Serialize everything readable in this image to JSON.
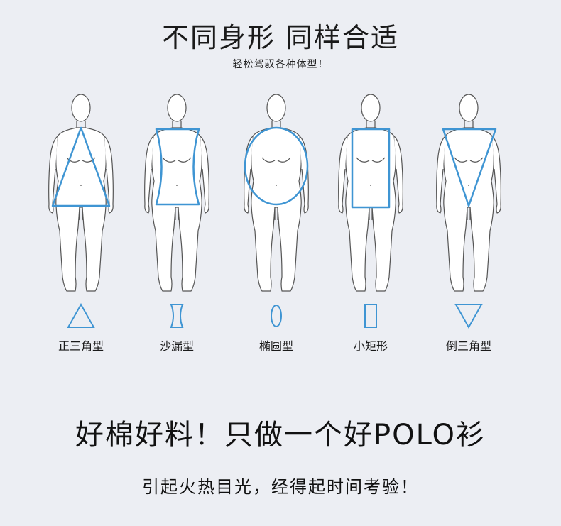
{
  "header": {
    "title": "不同身形  同样合适",
    "subtitle": "轻松驾驭各种体型！"
  },
  "body_types": [
    {
      "label": "正三角型",
      "icon": "triangle-icon"
    },
    {
      "label": "沙漏型",
      "icon": "hourglass-icon"
    },
    {
      "label": "椭圆型",
      "icon": "oval-icon"
    },
    {
      "label": "小矩形",
      "icon": "rectangle-icon"
    },
    {
      "label": "倒三角型",
      "icon": "inverted-triangle-icon"
    }
  ],
  "footer": {
    "headline": "好棉好料！只做一个好POLO衫",
    "tagline": "引起火热目光，经得起时间考验！"
  },
  "colors": {
    "accent": "#3f95d3",
    "figure_stroke": "#555555",
    "figure_fill": "#ffffff",
    "background": "#eceef3"
  }
}
